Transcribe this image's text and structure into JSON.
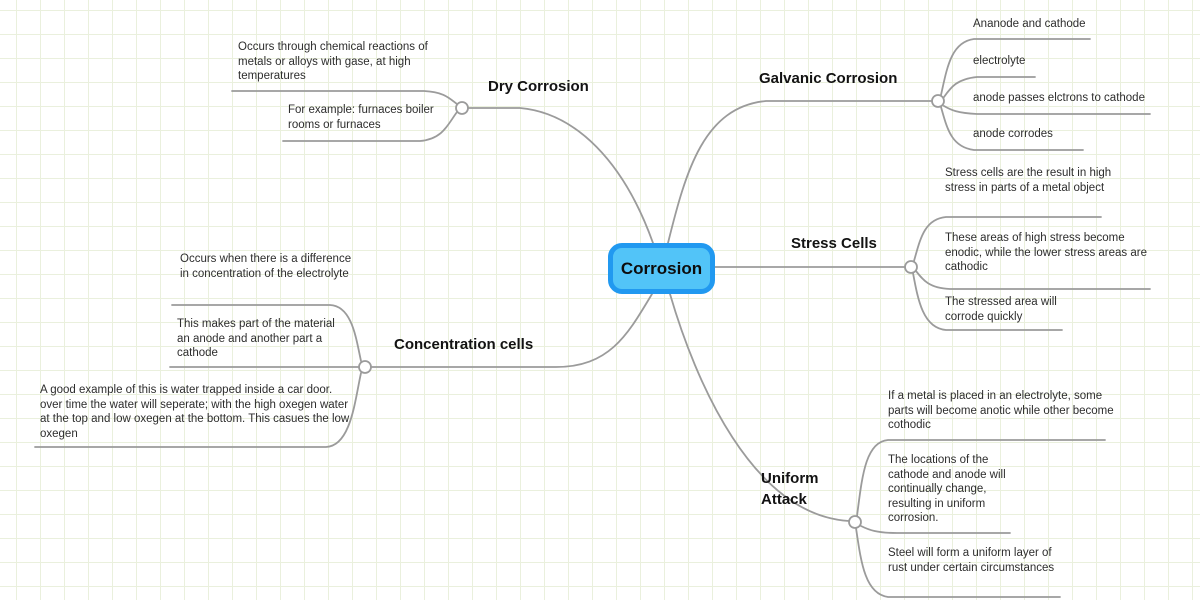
{
  "root": {
    "label": "Corrosion"
  },
  "branches": [
    {
      "label": "Dry Corrosion",
      "children": [
        {
          "text": "Occurs through chemical reactions of metals or alloys with gase, at high temperatures"
        },
        {
          "text": "For example: furnaces boiler rooms or furnaces"
        }
      ]
    },
    {
      "label": "Galvanic Corrosion",
      "children": [
        {
          "text": "Ananode and cathode"
        },
        {
          "text": "electrolyte"
        },
        {
          "text": "anode passes elctrons to cathode"
        },
        {
          "text": "anode corrodes"
        }
      ]
    },
    {
      "label": "Stress Cells",
      "children": [
        {
          "text": "Stress cells are the result in high stress in parts of a metal object"
        },
        {
          "text": "These areas of high stress become enodic, while the lower stress areas are cathodic"
        },
        {
          "text": "The stressed area will corrode quickly"
        }
      ]
    },
    {
      "label": "Concentration cells",
      "children": [
        {
          "text": "Occurs when there is a difference in concentration of the electrolyte"
        },
        {
          "text": "This makes part of the material an anode and another part a cathode"
        },
        {
          "text": "A good example of this is water trapped inside a car door. over time the water will seperate; with the high oxegen water at the top and low oxegen at the bottom. This casues the low oxegen"
        }
      ]
    },
    {
      "label": "Uniform Attack",
      "children": [
        {
          "text": "If a metal is placed in an electrolyte, some parts will become anotic while other become cothodic"
        },
        {
          "text": "The locations of the cathode and anode will continually change, resulting in uniform corrosion."
        },
        {
          "text": "Steel will form a uniform layer of rust under certain circumstances"
        }
      ]
    }
  ],
  "colors": {
    "node_fill": "#52c4f8",
    "node_border": "#2199f0",
    "edge": "#9b9b9b",
    "grid": "#eaf0dd",
    "background": "#ffffff",
    "label_text": "#121212",
    "note_text": "#2d2d2d"
  }
}
